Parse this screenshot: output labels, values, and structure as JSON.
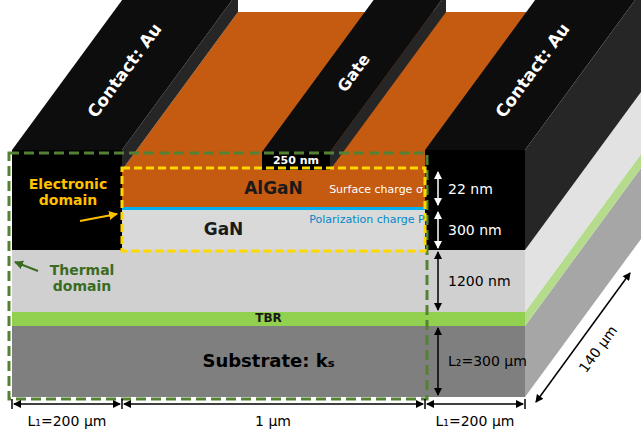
{
  "diagram": {
    "nodes": [
      {
        "text": [
          "Contact: Au"
        ]
      },
      {
        "text": [
          "Gate"
        ]
      },
      {
        "text": [
          "Contact: Au"
        ]
      },
      {
        "text": [
          "AlGaN"
        ]
      },
      {
        "text": [
          "GaN"
        ]
      },
      {
        "text": [
          "TBR"
        ]
      },
      {
        "text": [
          "Substrate: kₛ"
        ]
      }
    ],
    "labels": [
      "250 nm",
      "Electronic domain",
      "Thermal domain",
      "Surface charge σ",
      "Polarization charge P",
      "22 nm",
      "300 nm",
      "1200 nm",
      "L₂=300 µm",
      "140 µm",
      "L₁=200 µm",
      "1 µm",
      "L₁=200 µm"
    ]
  }
}
